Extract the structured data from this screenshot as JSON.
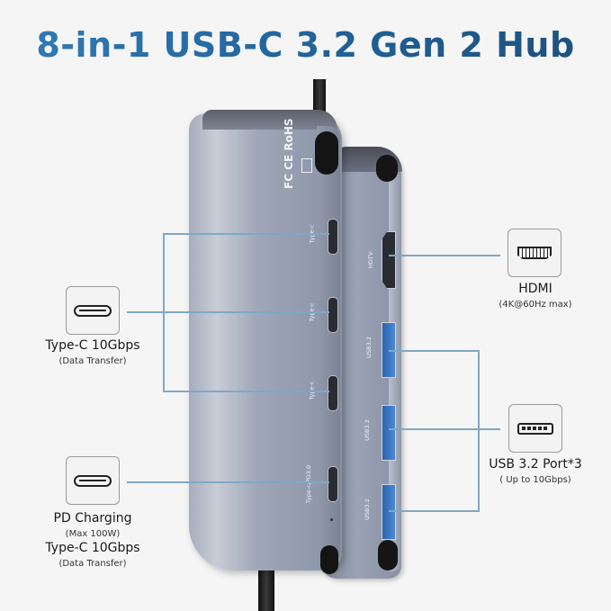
{
  "title": "8-in-1 USB-C 3.2 Gen 2 Hub",
  "colors": {
    "title": "#2a6fa8",
    "callout_line": "#7fa8c6",
    "hub_body": "#8e96a8",
    "background": "#f5f5f5"
  },
  "left_callouts": [
    {
      "icon": "usb-c-port-icon",
      "label": "Type-C 10Gbps",
      "sublabel": "(Data Transfer)"
    },
    {
      "icon": "usb-c-port-icon",
      "label_lines": [
        "PD Charging",
        "Type-C 10Gbps"
      ],
      "sublabels": [
        "(Max 100W)",
        "(Data Transfer)"
      ]
    }
  ],
  "right_callouts": [
    {
      "icon": "hdmi-port-icon",
      "label": "HDMI",
      "sublabel": "(4K@60Hz max)"
    },
    {
      "icon": "usb-a-port-icon",
      "label": "USB 3.2 Port*3",
      "sublabel": "( Up to 10Gbps)"
    }
  ],
  "device_port_labels": {
    "front": [
      "Type-c",
      "Type-c",
      "Type-c",
      "Type-c/PD3.0"
    ],
    "side": [
      "HDTV",
      "USB3.2",
      "USB3.2",
      "USB3.2"
    ]
  },
  "certification_marks": "FC CE RoHS"
}
